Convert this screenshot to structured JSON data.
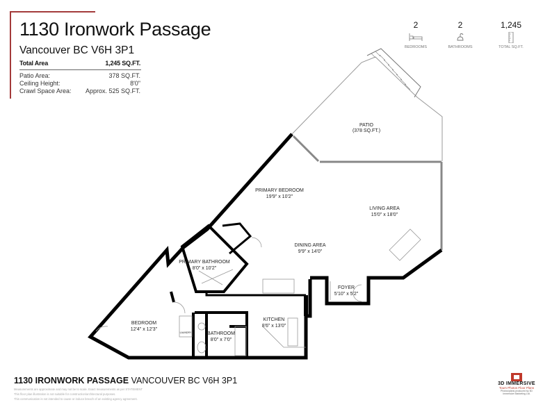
{
  "header": {
    "title": "1130 Ironwork Passage",
    "subtitle": "Vancouver BC V6H 3P1",
    "total_area_label": "Total Area",
    "total_area_value": "1,245 SQ.FT.",
    "details": [
      {
        "label": "Patio Area:",
        "value": "378 SQ.FT."
      },
      {
        "label": "Ceiling Height:",
        "value": "8'0\""
      },
      {
        "label": "Crawl Space Area:",
        "value": "Approx. 525 SQ.FT."
      }
    ],
    "accent_color": "#a33a3a"
  },
  "stats": [
    {
      "value": "2",
      "label": "BEDROOMS",
      "icon": "bed-icon"
    },
    {
      "value": "2",
      "label": "BATHROOMS",
      "icon": "shower-icon"
    },
    {
      "value": "1,245",
      "label": "TOTAL SQ.FT.",
      "icon": "ruler-icon"
    }
  ],
  "rooms": {
    "patio": {
      "name": "PATIO",
      "size": "(378 SQ.FT.)"
    },
    "primary_bedroom": {
      "name": "PRIMARY BEDROOM",
      "size": "19'9\" x 10'2\""
    },
    "living_area": {
      "name": "LIVING AREA",
      "size": "15'0\" x 18'0\""
    },
    "dining_area": {
      "name": "DINING AREA",
      "size": "9'9\" x 14'0\""
    },
    "primary_bathroom": {
      "name": "PRIMARY BATHROOM",
      "size": "8'0\" x 10'2\""
    },
    "foyer": {
      "name": "FOYER",
      "size": "5'10\" x 5'2\""
    },
    "kitchen": {
      "name": "KITCHEN",
      "size": "8'6\" x 13'0\""
    },
    "bedroom": {
      "name": "BEDROOM",
      "size": "12'4\" x 12'3\""
    },
    "bathroom": {
      "name": "BATHROOM",
      "size": "8'0\" x 7'0\""
    },
    "laundry": {
      "name": "LAUNDRY"
    }
  },
  "footer": {
    "title_bold": "1130 IRONWORK PASSAGE",
    "title_rest": "VANCOUVER BC V6H 3P1",
    "disclaimers": [
      "Measurements are approximate and may not be to scale. Exact measurements as per STATEMENT",
      "This floor plan illustration is not suitable for construction/architectural purposes.",
      "This communication is not intended to cause or induce breach of an existing agency agreement."
    ]
  },
  "logo": {
    "name": "3D IMMERSIVE",
    "tagline": "Tours  Photos  Floor Plans",
    "fine": "Photos/plans produced by 3D Immersive Marketing Ltd.",
    "brand_color": "#c0392b"
  }
}
